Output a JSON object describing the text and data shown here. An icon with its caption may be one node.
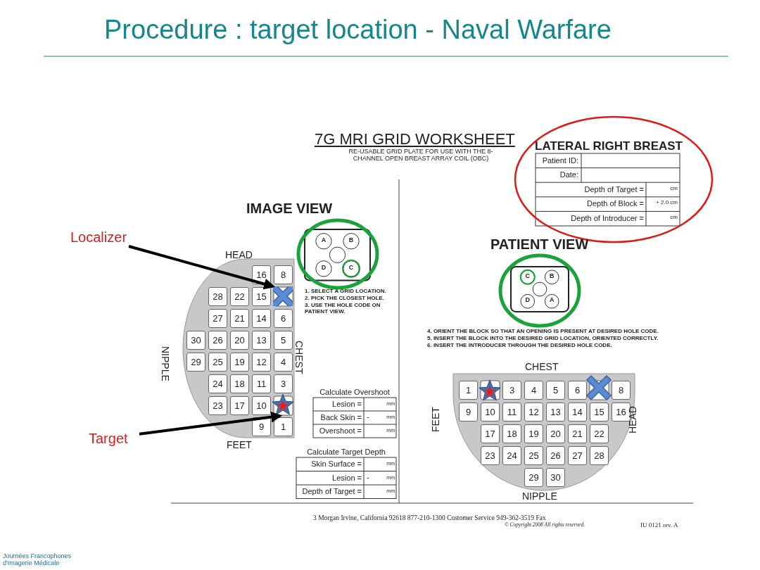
{
  "diagram": {
    "title": "Procedure : target location - Naval Warfare",
    "nodes": [
      {
        "text": [
          "Localizer"
        ]
      },
      {
        "text": [],
        "shape": "cross"
      },
      {
        "text": [
          "Target"
        ]
      },
      {
        "text": [],
        "shape": "star"
      }
    ],
    "edges": [
      {
        "from": 0,
        "to": 1,
        "arrow": "to"
      },
      {
        "from": 2,
        "to": 3,
        "arrow": "to"
      }
    ],
    "labels": [
      "7G MRI GRID WORKSHEET",
      "RE-USABLE GRID PLATE FOR USE WITH THE 8-CHANNEL OPEN BREAST ARRAY COIL (OBC)",
      "LATERAL RIGHT BREAST",
      "Patient ID:",
      "Date:",
      "Depth of Target =",
      "cm",
      "Depth of Block =",
      "+ 2.0 cm",
      "Depth of Introducer =",
      "cm",
      "IMAGE VIEW",
      "A",
      "B",
      "D",
      "C",
      "PATIENT VIEW",
      "C",
      "B",
      "D",
      "A",
      "HEAD",
      "16",
      "8",
      "28",
      "22",
      "15",
      "27",
      "21",
      "14",
      "6",
      "30",
      "26",
      "20",
      "13",
      "5",
      "29",
      "25",
      "19",
      "12",
      "4",
      "24",
      "18",
      "11",
      "3",
      "23",
      "17",
      "10",
      "9",
      "1",
      "1. SELECT A GRID LOCATION.",
      "2. PICK THE CLOSEST HOLE.",
      "3. USE THE HOLE CODE ON PATIENT VIEW.",
      "NIPPLE",
      "CHEST",
      "4. ORIENT THE BLOCK SO THAT AN OPENING IS PRESENT AT DESIRED HOLE CODE.",
      "5. INSERT THE BLOCK INTO THE DESIRED GRID LOCATION, ORIENTED CORRECTLY.",
      "6. INSERT THE INTRODUCER THROUGH THE DESIRED HOLE CODE.",
      "CHEST",
      "1",
      "3",
      "4",
      "5",
      "6",
      "8",
      "9",
      "10",
      "11",
      "12",
      "13",
      "14",
      "15",
      "16",
      "17",
      "18",
      "19",
      "20",
      "21",
      "22",
      "23",
      "24",
      "25",
      "26",
      "27",
      "28",
      "29",
      "30",
      "FEET",
      "HEAD",
      "Calculate Overshoot",
      "Lesion =",
      "mm",
      "Back Skin =",
      "-",
      "mm",
      "Overshoot =",
      "mm",
      "FEET",
      "Calculate Target Depth",
      "Skin Surface =",
      "mm",
      "Lesion =",
      "-",
      "mm",
      "Depth of Target =",
      "mm",
      "NIPPLE",
      "3 Morgan Irvine, California 92618 877-210-1300 Customer Service 949-362-3519 Fax",
      "© Copyright 2008 All rights reserved.",
      "IU 0121 rev. A",
      "Journées Francophones d'Imagerie Médicale"
    ]
  }
}
